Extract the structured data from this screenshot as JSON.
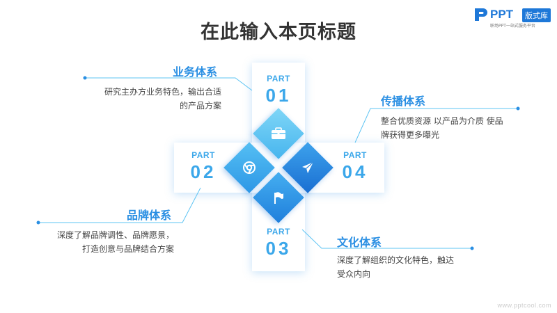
{
  "page": {
    "title": "在此输入本页标题",
    "footer_url": "www.pptcool.com"
  },
  "logo": {
    "brand": "PPT",
    "badge": "版式库",
    "slogan": "职场PPT一站式服务平台"
  },
  "parts": [
    {
      "label": "PART",
      "number": "01"
    },
    {
      "label": "PART",
      "number": "02"
    },
    {
      "label": "PART",
      "number": "03"
    },
    {
      "label": "PART",
      "number": "04"
    }
  ],
  "sections": {
    "business": {
      "title": "业务体系",
      "desc1": "研究主办方业务特色，输出合适",
      "desc2": "的产品方案"
    },
    "spread": {
      "title": "传播体系",
      "desc1": "整合优质资源 以产品为介质 使品",
      "desc2": "牌获得更多曝光"
    },
    "brand": {
      "title": "品牌体系",
      "desc1": "深度了解品牌调性、品牌愿景，",
      "desc2": "打造创意与品牌结合方案"
    },
    "culture": {
      "title": "文化体系",
      "desc1": "深度了解组织的文化特色，触达",
      "desc2": "受众内向"
    }
  },
  "colors": {
    "accent": "#2a8fe3",
    "light_blue": "#5ec4f3",
    "dark_blue": "#1f7fdc",
    "text": "#444444"
  },
  "icons": [
    "briefcase-icon",
    "chrome-icon",
    "paper-plane-icon",
    "flag-icon"
  ]
}
